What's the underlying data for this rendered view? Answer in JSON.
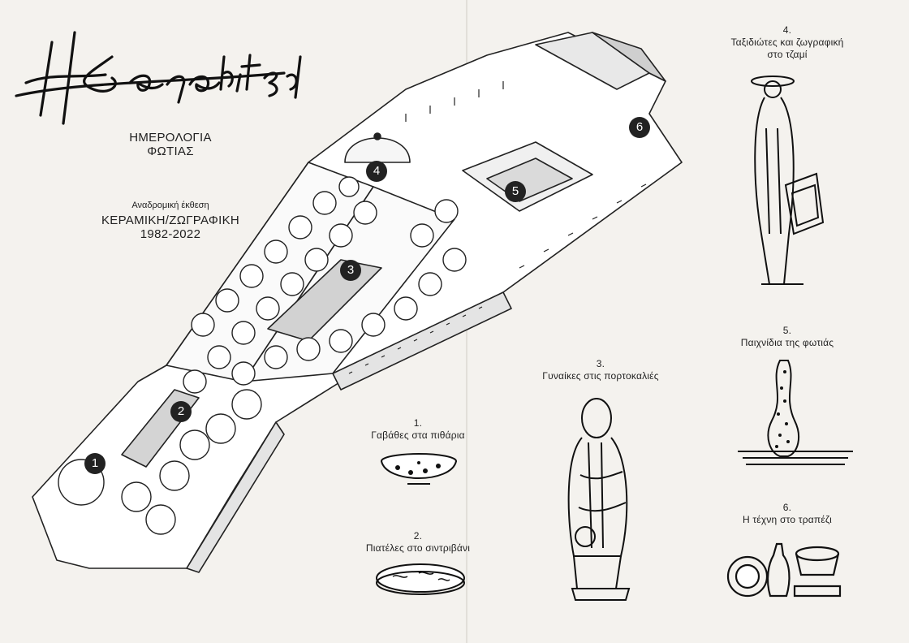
{
  "signature": "Ηκαρακίτσος",
  "intro": {
    "line1": "ΗΜΕΡΟΛΟΓΙΑ",
    "line2": "ΦΩΤΙΑΣ",
    "subtitle": "Αναδρομική έκθεση",
    "title": "ΚΕΡΑΜΙΚΗ/ΖΩΓΡΑΦΙΚΗ",
    "years": "1982-2022"
  },
  "markers": [
    "1",
    "2",
    "3",
    "4",
    "5",
    "6"
  ],
  "stations": [
    {
      "num": "1.",
      "title": "Γαβάθες στα πιθάρια"
    },
    {
      "num": "2.",
      "title": "Πιατέλες στο σιντριβάνι"
    },
    {
      "num": "3.",
      "title": "Γυναίκες στις πορτοκαλιές"
    },
    {
      "num": "4.",
      "title_line1": "Ταξιδιώτες και ζωγραφική",
      "title_line2": "στο τζαμί"
    },
    {
      "num": "5.",
      "title": "Παιχνίδια της φωτιάς"
    },
    {
      "num": "6.",
      "title": "Η τέχνη στο τραπέζι"
    }
  ]
}
